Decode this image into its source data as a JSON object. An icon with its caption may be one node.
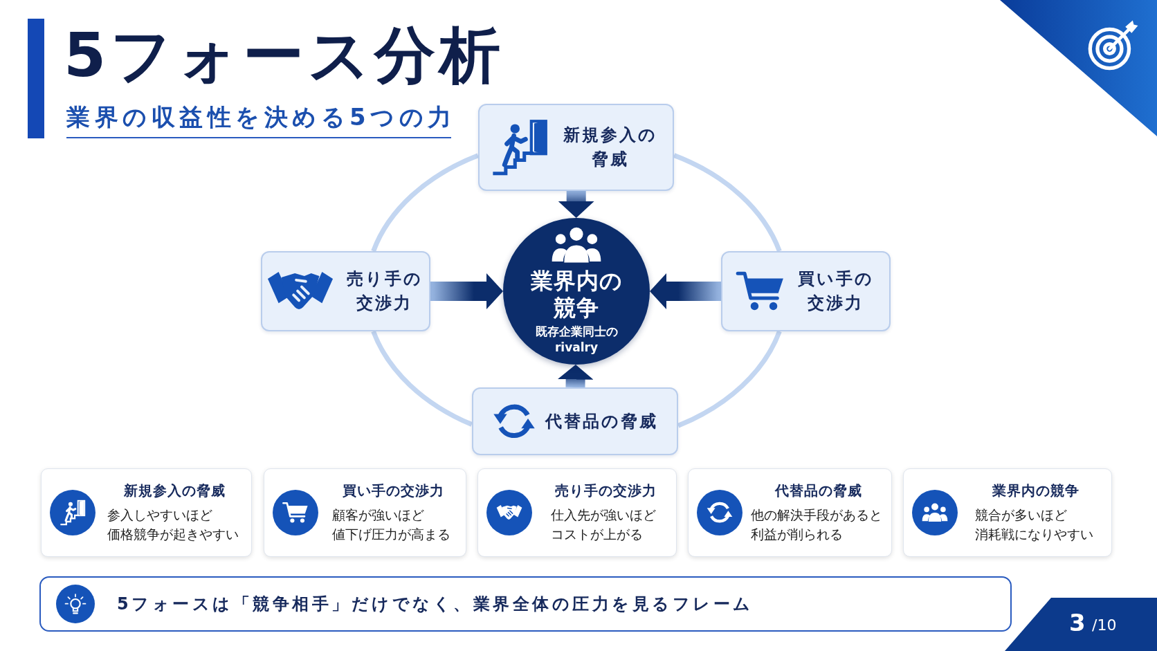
{
  "diagram": {
    "title": "5フォース分析",
    "nodes": [
      {
        "text": [
          "新規参入の脅威"
        ]
      },
      {
        "text": [
          "売り手の交渉力"
        ]
      },
      {
        "text": [
          "業界内の競争",
          "既存企業同士のrivalry"
        ]
      },
      {
        "text": [
          "買い手の交渉力"
        ]
      },
      {
        "text": [
          "代替品の脅威"
        ]
      },
      {
        "text": [
          "新規参入の脅威",
          "参入しやすいほど価格競争が起きやすい"
        ]
      },
      {
        "text": [
          "買い手の交渉力",
          "顧客が強いほど値下げ圧力が高まる"
        ]
      },
      {
        "text": [
          "売り手の交渉力",
          "仕入先が強いほどコストが上がる"
        ]
      },
      {
        "text": [
          "代替品の脅威",
          "他の解決手段があると利益が削られる"
        ]
      },
      {
        "text": [
          "業界内の競争",
          "競合が多いほど消耗戦になりやすい"
        ]
      },
      {
        "text": [
          "5フォースは「競争相手」だけでなく、業界全体の圧力を見るフレーム"
        ]
      }
    ],
    "edges": [
      {
        "from": 0,
        "to": 2,
        "arrow": "to"
      },
      {
        "from": 1,
        "to": 2,
        "arrow": "to"
      },
      {
        "from": 3,
        "to": 2,
        "arrow": "to"
      },
      {
        "from": 4,
        "to": 2,
        "arrow": "to"
      },
      {
        "from": 0,
        "to": 3,
        "arrow": "none",
        "color": "#c3d6f1"
      },
      {
        "from": 3,
        "to": 4,
        "arrow": "none",
        "color": "#c3d6f1"
      },
      {
        "from": 4,
        "to": 1,
        "arrow": "none",
        "color": "#c3d6f1"
      },
      {
        "from": 1,
        "to": 0,
        "arrow": "none",
        "color": "#c3d6f1"
      }
    ],
    "labels": [
      "業界の収益性を決める5つの力",
      "3",
      "/10"
    ]
  }
}
